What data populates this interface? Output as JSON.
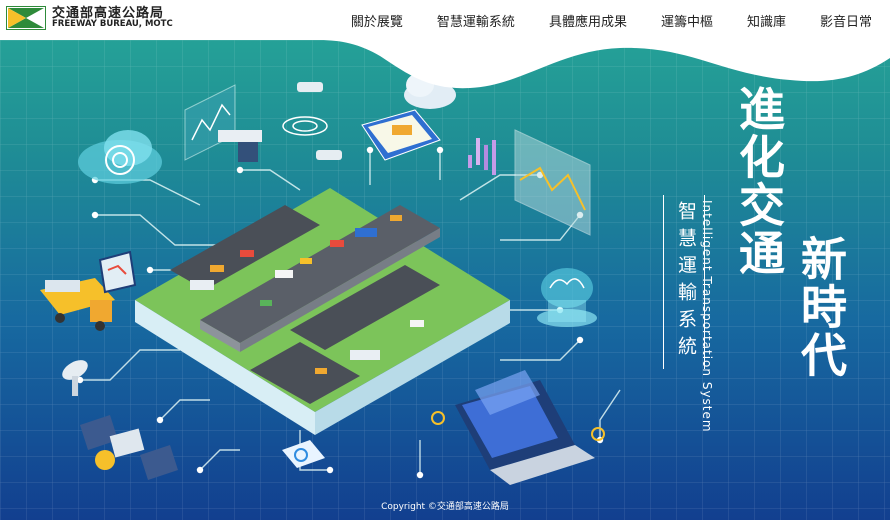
{
  "logo": {
    "zh": "交通部高速公路局",
    "en": "FREEWAY BUREAU, MOTC"
  },
  "nav": [
    {
      "label": "關於展覽"
    },
    {
      "label": "智慧運輸系統"
    },
    {
      "label": "具體應用成果"
    },
    {
      "label": "運籌中樞"
    },
    {
      "label": "知識庫"
    },
    {
      "label": "影音日常"
    }
  ],
  "hero": {
    "title_line1": "進化交通",
    "title_line2": "新時代",
    "subtitle_zh": "智慧運輸系統",
    "subtitle_en": "Intelligent Transportation System"
  },
  "footer": {
    "copyright": "Copyright ©交通部高速公路局"
  },
  "colors": {
    "brand_green": "#2e8b3a",
    "sea_top": "#27a898",
    "sea_bottom": "#123f8f"
  }
}
